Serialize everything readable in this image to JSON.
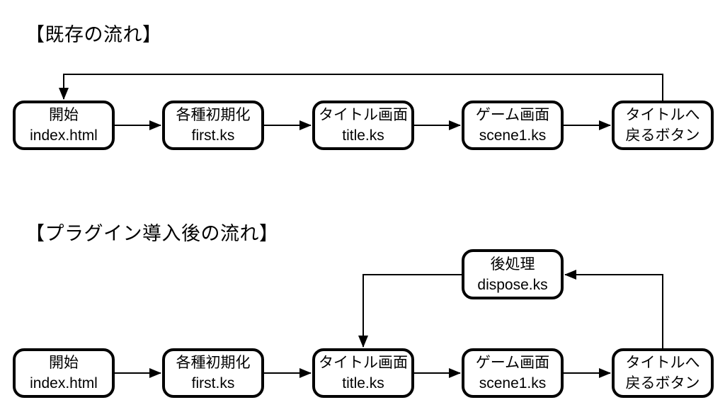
{
  "diagram": {
    "background_color": "#ffffff",
    "ink_color": "#000000",
    "sections": [
      {
        "heading": "【既存の流れ】",
        "nodes": [
          {
            "title": "開始",
            "subtitle": "index.html"
          },
          {
            "title": "各種初期化",
            "subtitle": "first.ks"
          },
          {
            "title": "タイトル画面",
            "subtitle": "title.ks"
          },
          {
            "title": "ゲーム画面",
            "subtitle": "scene1.ks"
          },
          {
            "title": "タイトルへ",
            "subtitle": "戻るボタン"
          }
        ]
      },
      {
        "heading": "【プラグイン導入後の流れ】",
        "nodes": [
          {
            "title": "開始",
            "subtitle": "index.html"
          },
          {
            "title": "各種初期化",
            "subtitle": "first.ks"
          },
          {
            "title": "タイトル画面",
            "subtitle": "title.ks"
          },
          {
            "title": "ゲーム画面",
            "subtitle": "scene1.ks"
          },
          {
            "title": "タイトルへ",
            "subtitle": "戻るボタン"
          },
          {
            "title": "後処理",
            "subtitle": "dispose.ks"
          }
        ]
      }
    ]
  }
}
